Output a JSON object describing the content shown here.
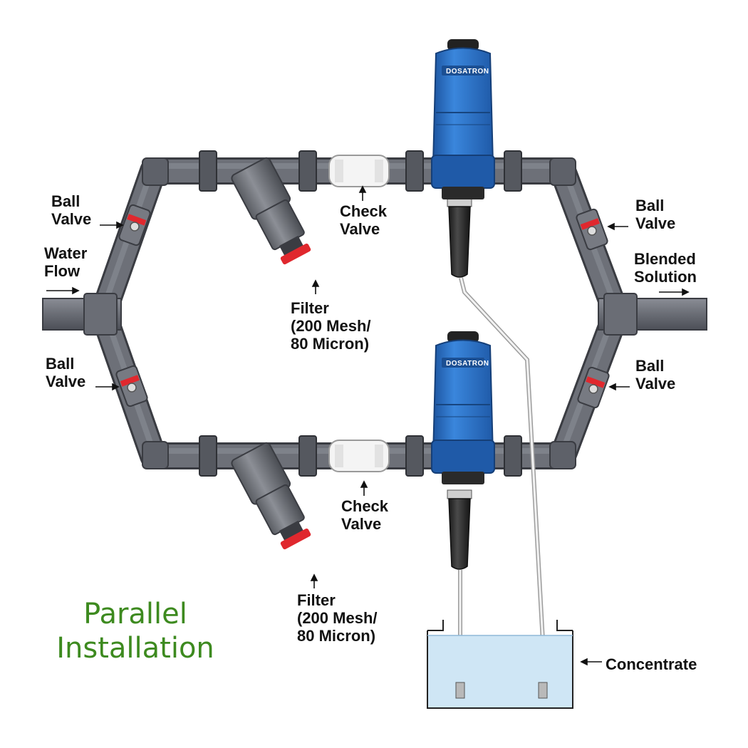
{
  "title": {
    "line1": "Parallel",
    "line2": "Installation"
  },
  "brand": "DOSATRON",
  "labels": {
    "ball_valve_tl": {
      "line1": "Ball",
      "line2": "Valve"
    },
    "ball_valve_bl": {
      "line1": "Ball",
      "line2": "Valve"
    },
    "ball_valve_tr": {
      "line1": "Ball",
      "line2": "Valve"
    },
    "ball_valve_br": {
      "line1": "Ball",
      "line2": "Valve"
    },
    "water_flow": {
      "line1": "Water",
      "line2": "Flow"
    },
    "blended_solution": {
      "line1": "Blended",
      "line2": "Solution"
    },
    "check_valve_top": {
      "line1": "Check",
      "line2": "Valve"
    },
    "check_valve_bottom": {
      "line1": "Check",
      "line2": "Valve"
    },
    "filter_top": {
      "line1": "Filter",
      "line2": "(200 Mesh/",
      "line3": "80 Micron)"
    },
    "filter_bottom": {
      "line1": "Filter",
      "line2": "(200 Mesh/",
      "line3": "80 Micron)"
    },
    "concentrate": "Concentrate"
  },
  "colors": {
    "pipe": "#6d7078",
    "pipe_dark": "#4a4d55",
    "dosatron_blue": "#2b6fc2",
    "valve_red": "#e0282e",
    "title_green": "#3d8a1f",
    "tank_water": "#cfe6f5"
  }
}
